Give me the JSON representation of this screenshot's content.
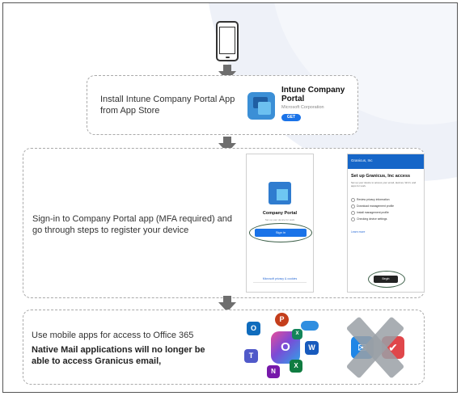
{
  "steps": [
    {
      "text": "Install Intune Company Portal App from App Store"
    },
    {
      "text": "Sign-in to Company Portal app (MFA required) and go through steps to register your device"
    },
    {
      "text": "Use mobile apps for access to Office 365",
      "note": "Native Mail applications will no longer be able to access Granicus email,"
    }
  ],
  "app_store_card": {
    "name": "Intune Company Portal",
    "publisher": "Microsoft Corporation",
    "button": "GET"
  },
  "screen_signin": {
    "title": "Company Portal",
    "subtitle": "Set up your device for work",
    "button": "Sign in",
    "link": "Microsoft privacy & cookies"
  },
  "screen_setup": {
    "header": "Granicus, Inc",
    "title": "Set up Granicus, Inc access",
    "description": "Set up your device to access your email, devices, Wi-Fi, and apps for work.",
    "steps": [
      "Review privacy information",
      "Download management profile",
      "Install management profile",
      "Checking device settings"
    ],
    "learn_more": "Learn more",
    "button": "Begin"
  },
  "office_icons": [
    {
      "name": "outlook",
      "letter": "O"
    },
    {
      "name": "powerpoint",
      "letter": "P"
    },
    {
      "name": "onedrive",
      "letter": ""
    },
    {
      "name": "teams",
      "letter": "T"
    },
    {
      "name": "office",
      "letter": "O"
    },
    {
      "name": "excel",
      "letter": "X"
    },
    {
      "name": "word",
      "letter": "W"
    },
    {
      "name": "onenote",
      "letter": "N"
    },
    {
      "name": "excel-2",
      "letter": "X"
    }
  ],
  "native_mail_icons": [
    {
      "name": "mail-app",
      "glyph": "✉"
    },
    {
      "name": "other-mail-app",
      "glyph": "✔"
    }
  ]
}
